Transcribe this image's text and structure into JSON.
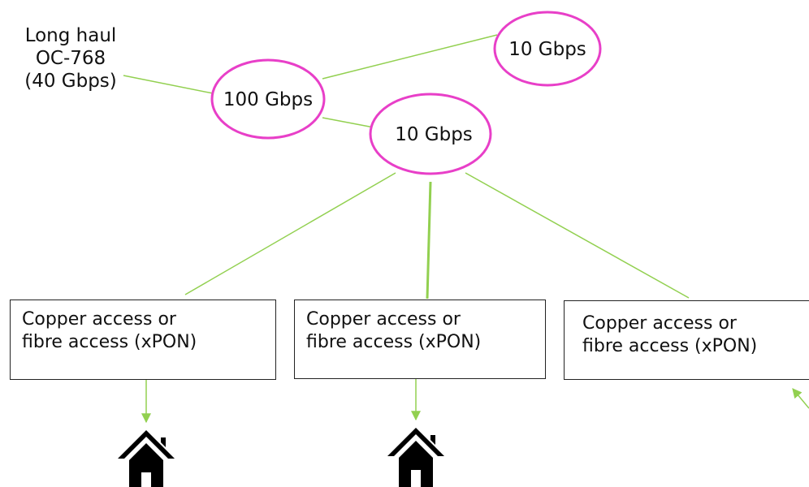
{
  "long_haul": {
    "line1": "Long haul",
    "line2": "OC-768",
    "line3": "(40 Gbps)"
  },
  "nodes": {
    "core": "100 Gbps",
    "top_right": "10 Gbps",
    "aggregation": "10 Gbps"
  },
  "access_boxes": [
    {
      "line1": "Copper access or",
      "line2": "fibre access (xPON)"
    },
    {
      "line1": "Copper access or",
      "line2": "fibre access (xPON)"
    },
    {
      "line1": "Copper access or",
      "line2": "fibre access (xPON)"
    }
  ],
  "colors": {
    "link": "#92d050",
    "node_outline": "#e83fc8",
    "box_border": "#222222",
    "home": "#000000"
  },
  "icons": [
    "home-icon",
    "home-icon"
  ]
}
